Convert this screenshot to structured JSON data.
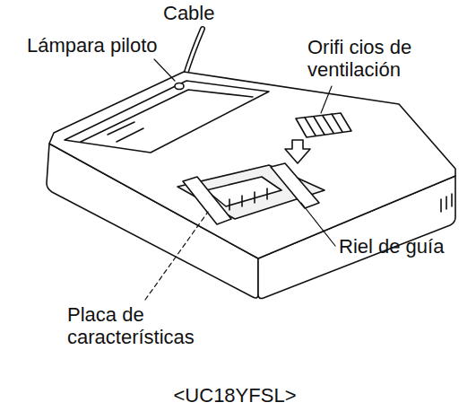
{
  "diagram": {
    "caption": "<UC18YFSL>",
    "labels": [
      "Cable",
      "Lámpara piloto",
      "Orifi cios de ventilación",
      "Riel de guía",
      "Placa de características"
    ]
  }
}
